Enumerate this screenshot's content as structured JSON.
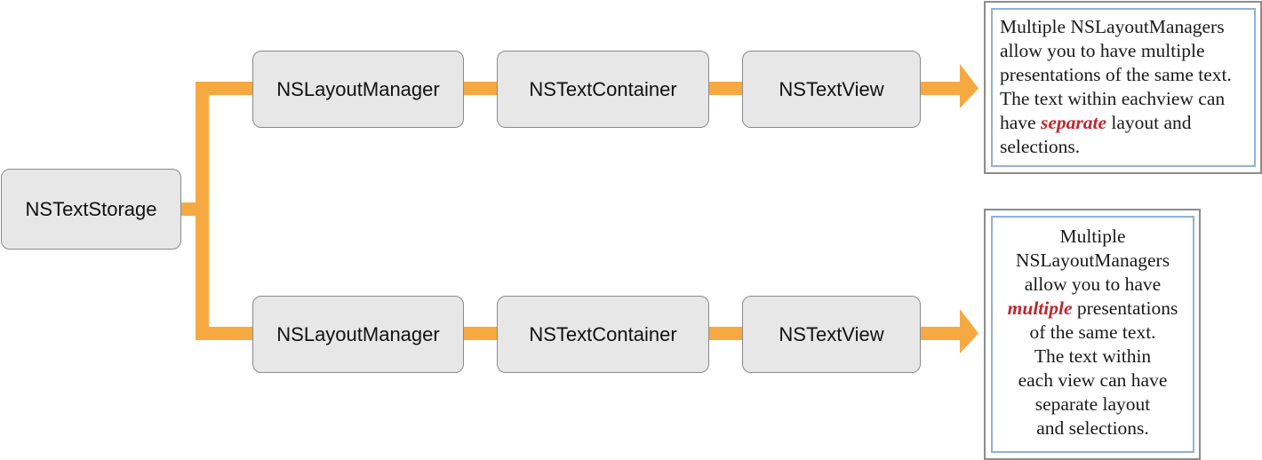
{
  "nodes": {
    "storage": "NSTextStorage",
    "top": {
      "layout_manager": "NSLayoutManager",
      "text_container": "NSTextContainer",
      "text_view": "NSTextView"
    },
    "bottom": {
      "layout_manager": "NSLayoutManager",
      "text_container": "NSTextContainer",
      "text_view": "NSTextView"
    }
  },
  "notes": {
    "top": {
      "before": "Multiple NSLayoutManagers allow you to have multiple presentations of the same text. The text within eachview can have ",
      "emphasis": "separate",
      "after": " layout and selections."
    },
    "bottom": {
      "line1": "Multiple",
      "line2": "NSLayoutManagers",
      "line3": "allow you to have",
      "emphasis": "multiple",
      "line4_rest": " presentations",
      "line5": "of the same text.",
      "line6": "The text within",
      "line7": "each view can have",
      "line8": "separate layout",
      "line9": "and selections."
    }
  },
  "colors": {
    "connector": "#f7a941",
    "box_fill": "#e6e7e6",
    "emphasis": "#c0272d",
    "note_inner_border": "#8fb3d3"
  }
}
